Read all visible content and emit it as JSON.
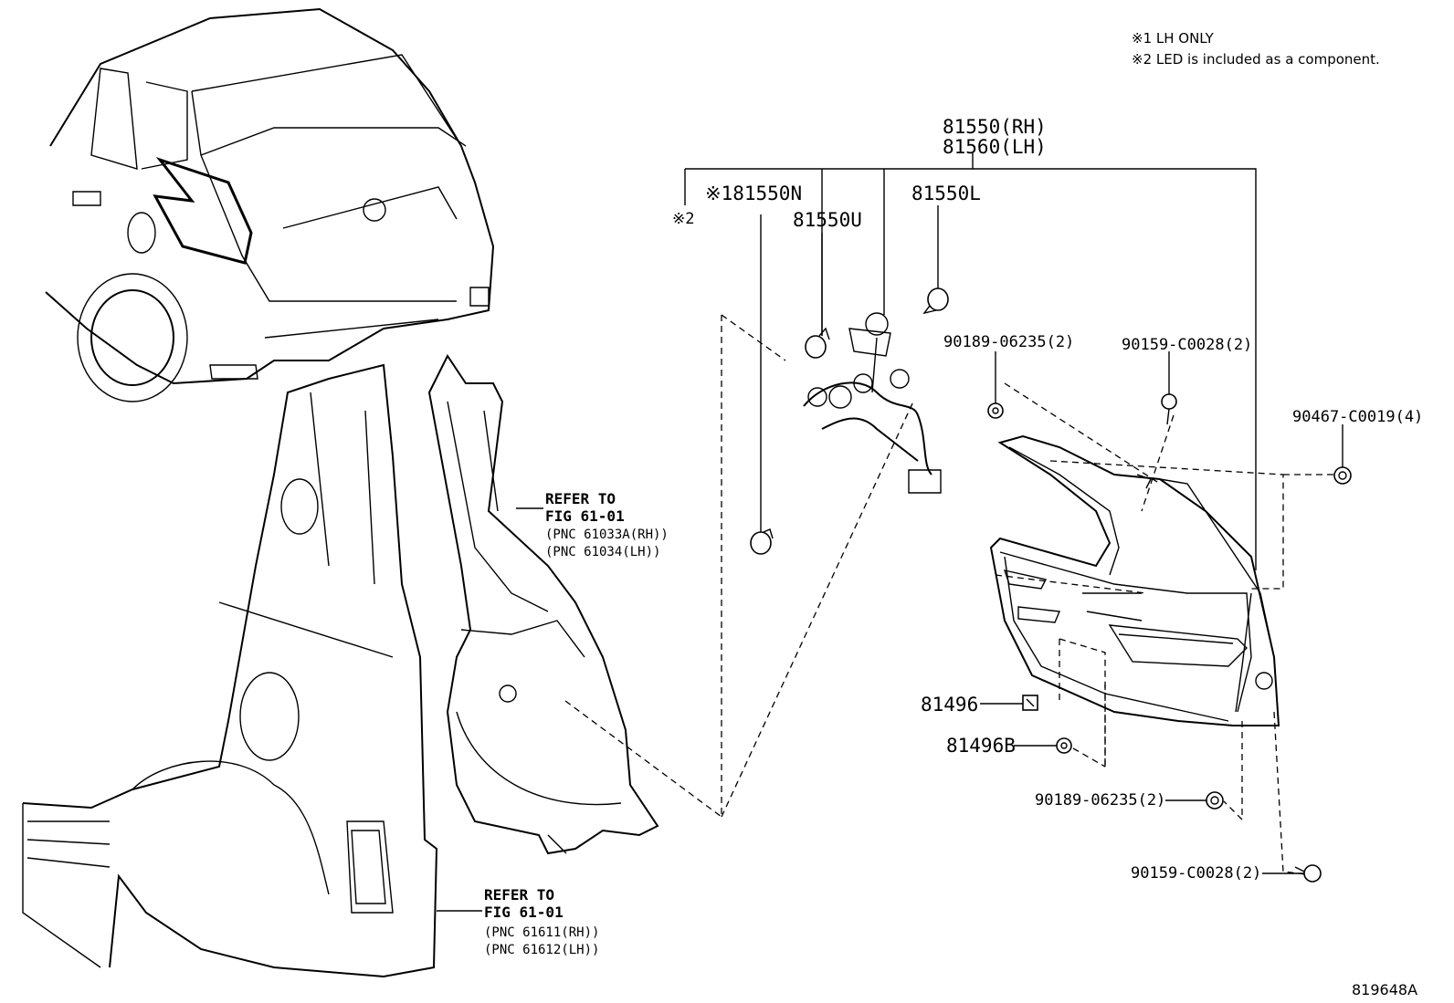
{
  "notes": {
    "note1": "※1 LH ONLY",
    "note2": "※2 LED is included as a component."
  },
  "assembly": {
    "rh": "81550(RH)",
    "lh": "81560(LH)"
  },
  "parts": {
    "mark2": "※2",
    "n81550N": "※181550N",
    "n81550U": "81550U",
    "n81550L": "81550L",
    "n90189_top": "90189-06235(2)",
    "n90159_top": "90159-C0028(2)",
    "n90467": "90467-C0019(4)",
    "n81496": "81496",
    "n81496B": "81496B",
    "n90189_bottom": "90189-06235(2)",
    "n90159_bottom": "90159-C0028(2)"
  },
  "refs": {
    "ref1": {
      "line1": "REFER TO",
      "line2": "FIG 61-01",
      "line3": "(PNC 61033A(RH))",
      "line4": "(PNC 61034(LH))"
    },
    "ref2": {
      "line1": "REFER TO",
      "line2": "FIG 61-01",
      "line3": "(PNC 61611(RH))",
      "line4": "(PNC 61612(LH))"
    }
  },
  "diagram_code": "819648A"
}
